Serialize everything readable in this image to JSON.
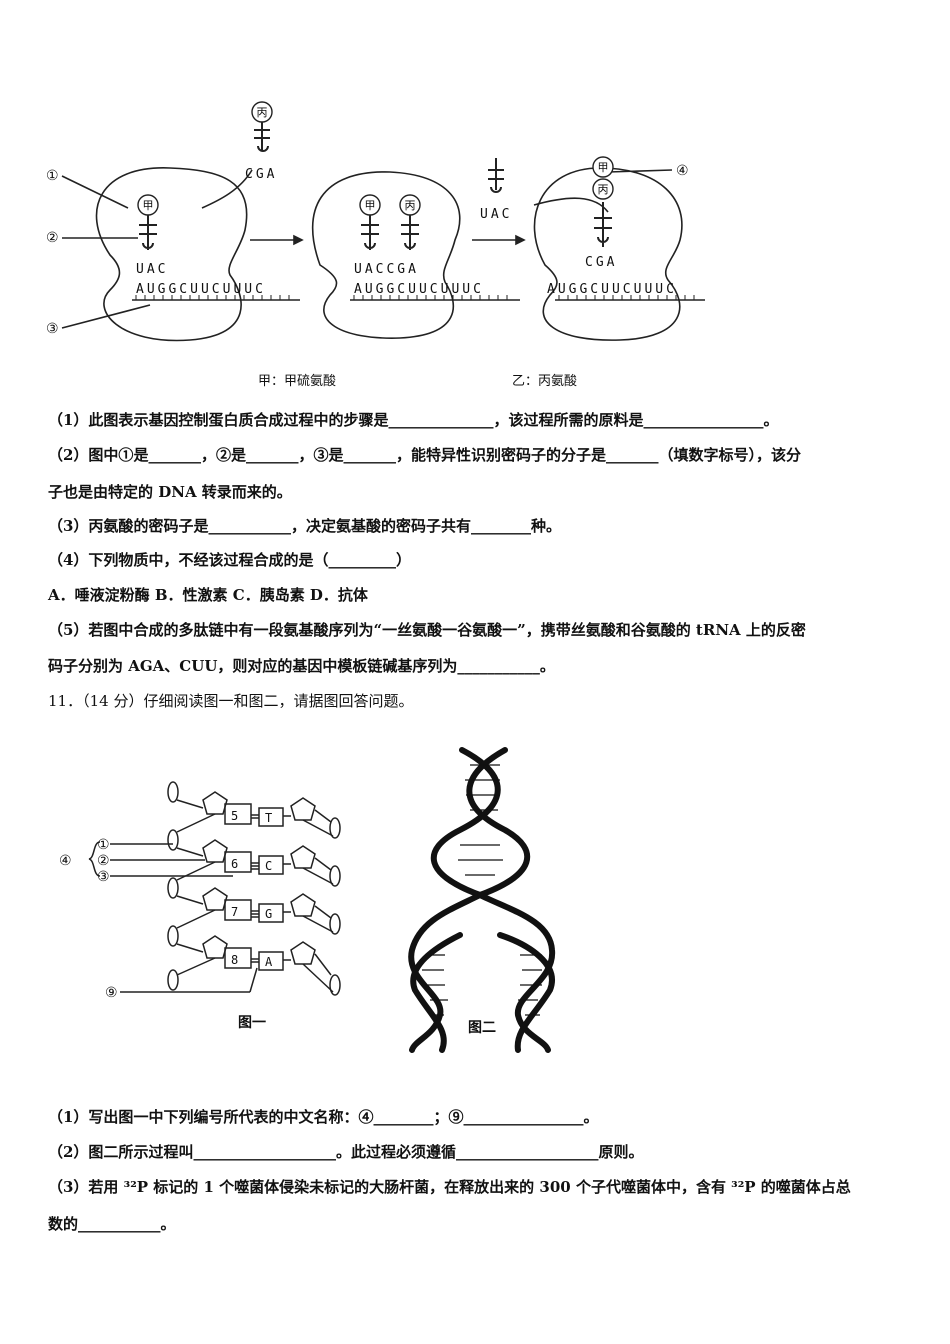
{
  "figure1": {
    "markers": [
      "①",
      "②",
      "③",
      "④"
    ],
    "trna_labels": [
      "丙",
      "甲",
      "甲",
      "丙",
      "甲",
      "丙"
    ],
    "anticodons": [
      "CGA",
      "UAC",
      "UACCGA",
      "UAC",
      "CGA"
    ],
    "mrna": "AUGGCUUCUUUC",
    "caption_left": "甲：甲硫氨酸",
    "caption_right": "乙：丙氨酸"
  },
  "questions_part1": [
    "（1）此图表示基因控制蛋白质合成过程中的步骤是______________，该过程所需的原料是________________。",
    "（2）图中①是_______，②是_______，③是_______，能特异性识别密码子的分子是_______（填数字标号），该分",
    "子也是由特定的 DNA 转录而来的。",
    "（3）丙氨酸的密码子是___________，决定氨基酸的密码子共有________种。",
    "（4）下列物质中，不经该过程合成的是（_________）",
    "A．唾液淀粉酶    B．性激素   C．胰岛素    D．抗体",
    "（5）若图中合成的多肽链中有一段氨基酸序列为“一丝氨酸一谷氨酸一”，携带丝氨酸和谷氨酸的 tRNA 上的反密",
    "码子分别为 AGA、CUU，则对应的基因中模板链碱基序列为___________。"
  ],
  "q11": {
    "heading": "11．（14 分）仔细阅读图一和图二，请据图回答问题。"
  },
  "figure2": {
    "numbers": [
      "5",
      "6",
      "7",
      "8"
    ],
    "bases": [
      "T",
      "C",
      "G",
      "A"
    ],
    "labels": [
      "①",
      "②",
      "③",
      "④",
      "⑨"
    ],
    "caption1": "图一",
    "caption2": "图二"
  },
  "questions_part2": [
    "（1）写出图一中下列编号所代表的中文名称：④________；⑨________________。",
    "（2）图二所示过程叫___________________。此过程必须遵循___________________原则。",
    "（3）若用 ³²P 标记的 1 个噬菌体侵染未标记的大肠杆菌，在释放出来的 300 个子代噬菌体中，含有 ³²P 的噬菌体占总",
    "数的___________。"
  ]
}
